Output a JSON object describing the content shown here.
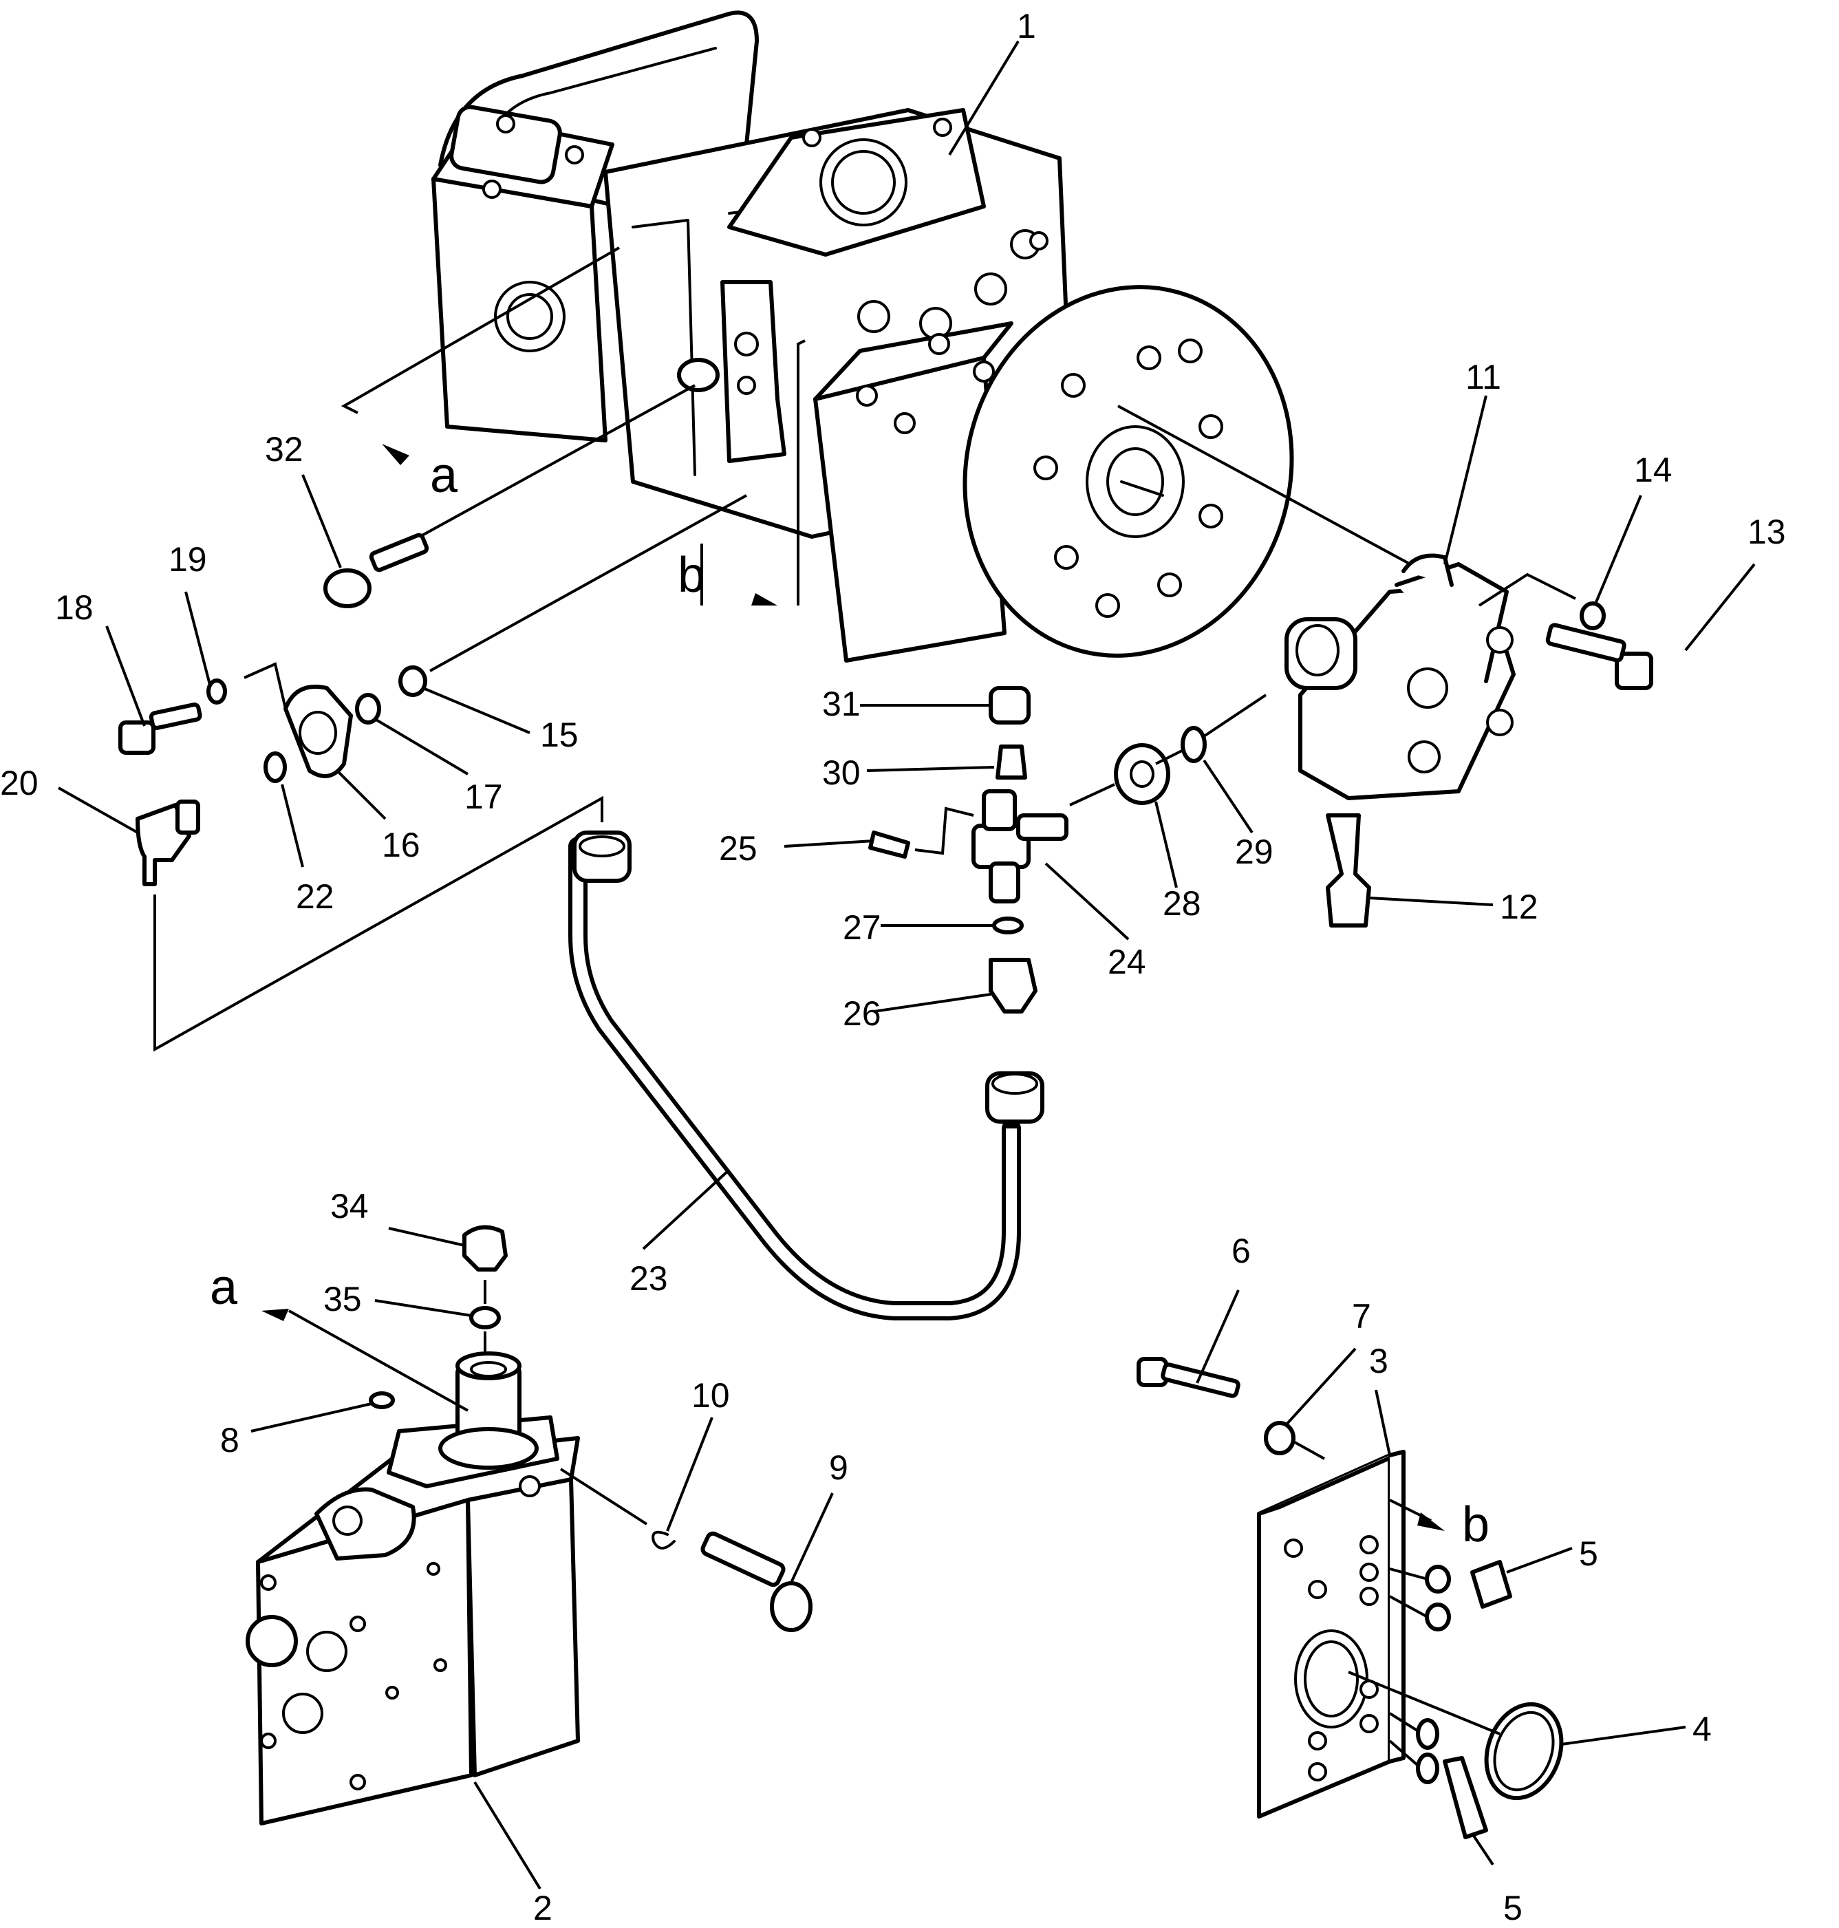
{
  "figure": {
    "callouts": {
      "c1": "1",
      "c2": "2",
      "c3": "3",
      "c4": "4",
      "c5a": "5",
      "c5b": "5",
      "c6": "6",
      "c7": "7",
      "c8": "8",
      "c9": "9",
      "c10": "10",
      "c11": "11",
      "c12": "12",
      "c13": "13",
      "c14": "14",
      "c15": "15",
      "c16": "16",
      "c17": "17",
      "c18": "18",
      "c19": "19",
      "c20": "20",
      "c22": "22",
      "c23": "23",
      "c24": "24",
      "c25": "25",
      "c26": "26",
      "c27": "27",
      "c28": "28",
      "c29": "29",
      "c30": "30",
      "c31": "31",
      "c32": "32",
      "c34": "34",
      "c35": "35"
    },
    "reference_letters": {
      "a_top": "a",
      "b_top": "b",
      "a_bottom": "a",
      "b_bottom": "b"
    }
  },
  "colors": {
    "line": "#000000",
    "background": "#ffffff"
  }
}
